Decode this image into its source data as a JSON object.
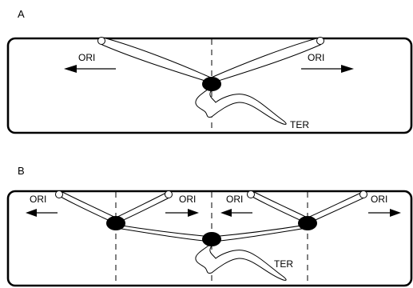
{
  "panels": [
    {
      "label": "A",
      "origin_labels": [
        "ORI",
        "ORI"
      ],
      "terminus_label": "TER"
    },
    {
      "label": "B",
      "origin_labels": [
        "ORI",
        "ORI",
        "ORI",
        "ORI"
      ],
      "terminus_label": "TER"
    }
  ],
  "colors": {
    "stroke": "#000000",
    "background": "#ffffff"
  }
}
